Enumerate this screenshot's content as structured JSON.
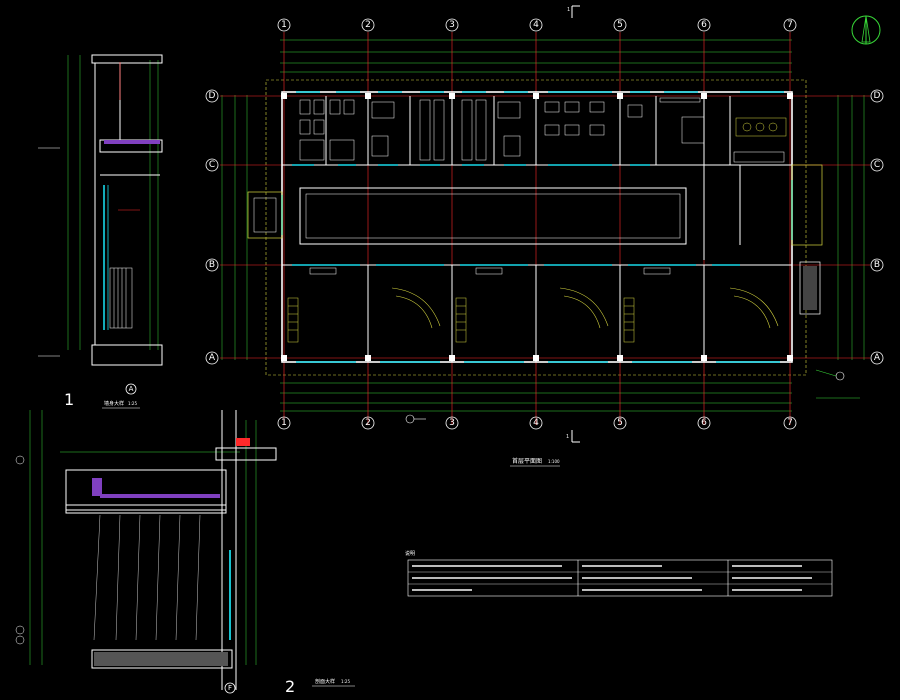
{
  "colors": {
    "background": "#000000",
    "wall": "#ffffff",
    "axis": "#ff2a2a",
    "dimension": "#38d838",
    "window": "#18d8e8",
    "fixture": "#d8d840",
    "furniture": "#ffffff",
    "hatch": "#8040c0"
  },
  "plan": {
    "column_axes": [
      "1",
      "2",
      "3",
      "4",
      "5",
      "6",
      "7"
    ],
    "row_axes": [
      "D",
      "C",
      "B",
      "A"
    ],
    "title": "首层平面图",
    "title_scale": "1:100",
    "section_marks": [
      "1",
      "1"
    ]
  },
  "wall_section": {
    "axis_tag": "A",
    "title": "墙身大样",
    "scale": "1:25"
  },
  "detail_section": {
    "number_top": "1",
    "number_bottom": "2",
    "axis_tag": "F",
    "title": "剖面大样",
    "scale": "1:25"
  },
  "north_arrow": {
    "icon": "north-arrow-icon"
  },
  "notes": {
    "heading": "说明"
  }
}
